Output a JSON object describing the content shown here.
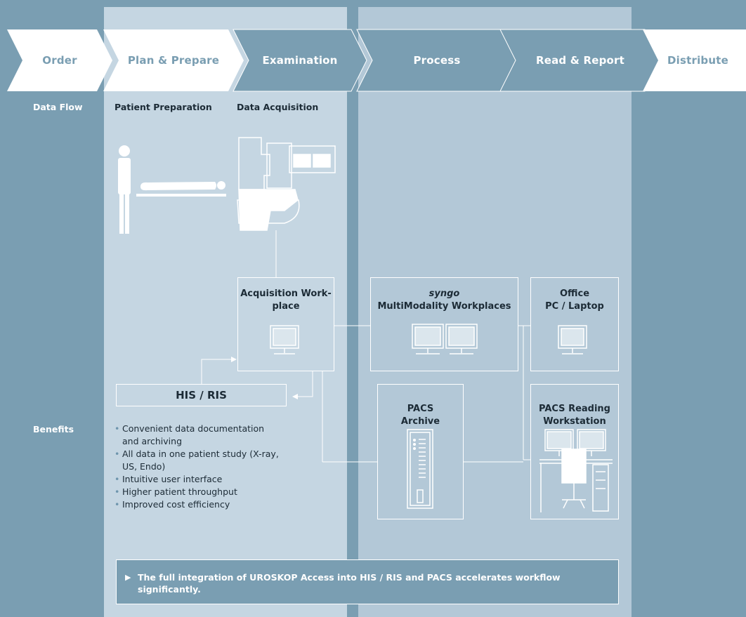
{
  "steps": [
    {
      "label": "Order"
    },
    {
      "label": "Plan & Prepare"
    },
    {
      "label": "Examination"
    },
    {
      "label": "Process"
    },
    {
      "label": "Read & Report"
    },
    {
      "label": "Distribute"
    }
  ],
  "labels": {
    "data_flow": "Data Flow",
    "patient_preparation": "Patient Preparation",
    "data_acquisition": "Data Acquisition",
    "benefits": "Benefits"
  },
  "boxes": {
    "acquisition_line1": "Acquisition Work-",
    "acquisition_line2": "place",
    "syngo_italic": "syngo",
    "syngo_line2": "MultiModality Workplaces",
    "office_line1": "Office",
    "office_line2": "PC / Laptop",
    "his_ris": "HIS / RIS",
    "pacs_archive_line1": "PACS",
    "pacs_archive_line2": "Archive",
    "pacs_reading_line1": "PACS Reading",
    "pacs_reading_line2": "Workstation"
  },
  "benefits": [
    "Convenient data documentation and archiving",
    "All data in one patient study (X-ray, US, Endo)",
    "Intuitive user interface",
    "Higher patient throughput",
    "Improved cost efficiency"
  ],
  "footer": {
    "arrow": "▶",
    "text": "The full integration of UROSKOP Access into HIS / RIS and PACS accelerates workflow significantly."
  },
  "colors": {
    "background": "#7a9eb2",
    "band_left": "#c5d6e2",
    "band_right": "#b3c8d7",
    "chevron_light": "#ffffff",
    "chevron_dark": "#7a9eb2"
  }
}
